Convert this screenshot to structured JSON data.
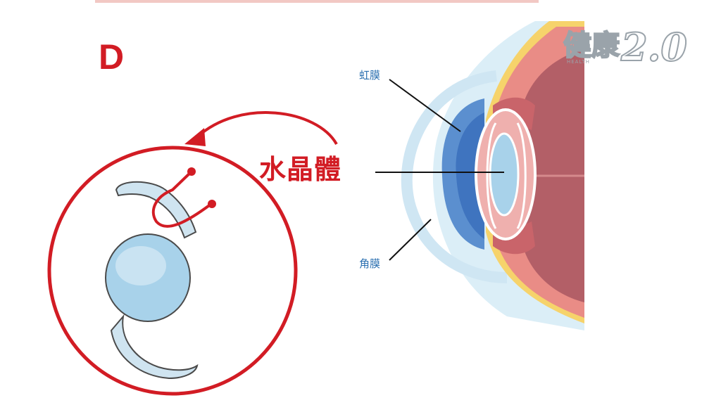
{
  "panel": {
    "letter": "D"
  },
  "labels": {
    "lens": "水晶體",
    "iris": "虹膜",
    "cornea": "角膜"
  },
  "logo": {
    "brand": "健康",
    "version": "2.0",
    "sub": "HEALTH"
  },
  "colors": {
    "accent_red": "#d21c24",
    "label_blue": "#2a6fb0",
    "lens_blue": "#a8d2ea",
    "iol_haptic": "#cfe4f0",
    "tissue_pink": "#e98c86",
    "tissue_dark": "#a8565f",
    "cornea_blue": "#5b8fcf"
  }
}
